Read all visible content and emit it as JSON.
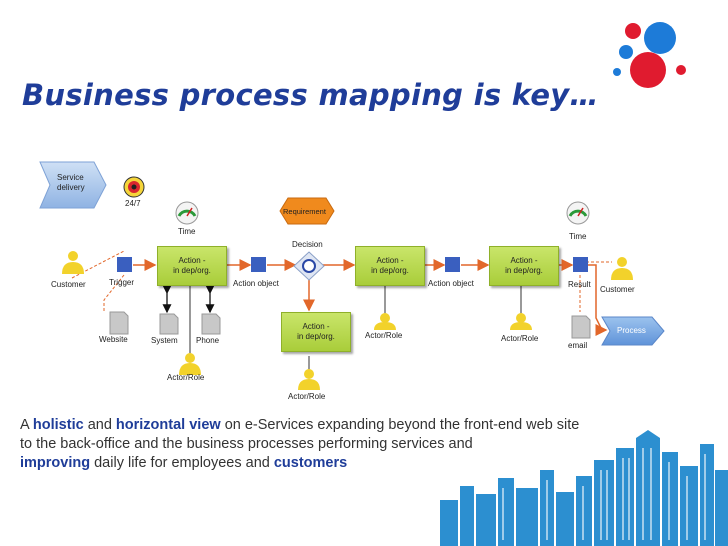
{
  "slide": {
    "title": "Business process mapping is key…"
  },
  "diagram": {
    "service_delivery": "Service\ndelivery",
    "time_247": "24/7",
    "time1": "Time",
    "time2": "Time",
    "requirement": "Requirement",
    "decision": "Decision",
    "customer_left": "Customer",
    "trigger": "Trigger",
    "action1": "Action -\nin dep/org.",
    "action2": "Action -\nin dep/org.",
    "action3": "Action -\nin dep/org.",
    "action4": "Action -\nin dep/org.",
    "action_object1": "Action object",
    "action_object2": "Action object",
    "result": "Result",
    "customer_right": "Customer",
    "process": "Process",
    "website": "Website",
    "system": "System",
    "phone": "Phone",
    "actor_role1": "Actor/Role",
    "actor_role2": "Actor/Role",
    "actor_role3": "Actor/Role",
    "actor_role4": "Actor/Role",
    "email": "email"
  },
  "body": {
    "p1_a": "A ",
    "p1_b": "holistic",
    "p1_c": " and ",
    "p1_d": "horizontal view",
    "p1_e": " on e-Services expanding beyond the front-end web site",
    "p2": "to the back-office and the business processes performing services and",
    "p3_a": "improving",
    "p3_b": " daily life for employees and ",
    "p3_c": "customers"
  },
  "colors": {
    "title": "#1f3d99",
    "action_fill": "#b5d74a",
    "arrow": "#e2672a",
    "square": "#3a5fbf",
    "logo_red": "#e01b2f",
    "logo_blue": "#1d7bd8",
    "city": "#2c8fd0"
  }
}
